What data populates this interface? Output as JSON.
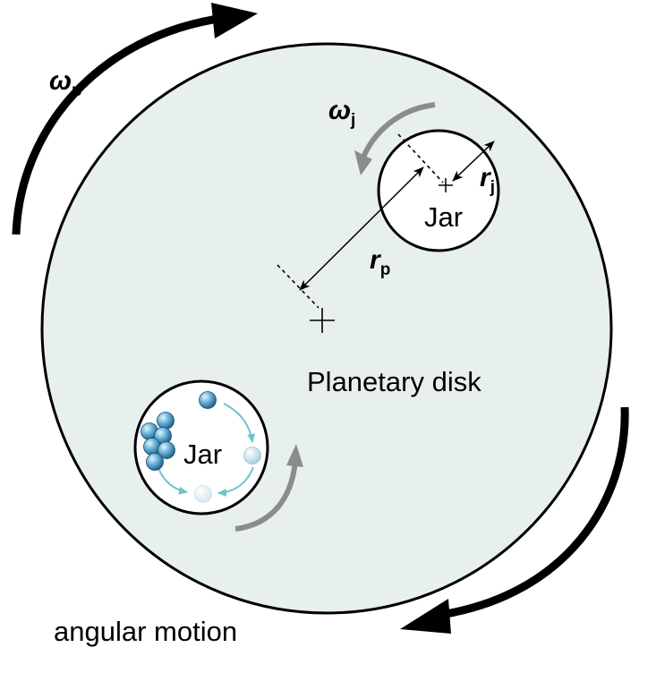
{
  "labels": {
    "omega_p": "ω",
    "omega_p_sub": "p",
    "omega_j": "ω",
    "omega_j_sub": "j",
    "r_j": "r",
    "r_j_sub": "j",
    "r_p": "r",
    "r_p_sub": "p",
    "jar_top": "Jar",
    "jar_bottom": "Jar",
    "planetary_disk": "Planetary disk",
    "angular_motion": "angular motion"
  },
  "colors": {
    "disk_fill": "#e8f0ee",
    "outline": "#000000",
    "jar_rotation_arrow": "#8c8c8c",
    "ball_path_arrow": "#6fc2cc",
    "ball": "#4d9cc7"
  }
}
